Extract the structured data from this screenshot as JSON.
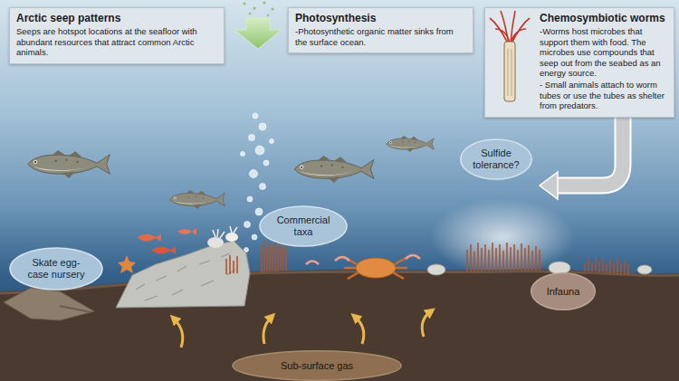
{
  "diagram": {
    "nodes": [
      {
        "text": [
          "Arctic seep patterns",
          "Seeps are hotspot locations at the seafloor with abundant resources that attract common Arctic animals."
        ]
      },
      {
        "text": [
          "Photosynthesis",
          "-Photosynthetic organic matter sinks from the surface ocean."
        ]
      },
      {
        "text": [
          "Chemosymbiotic worms",
          "-Worms host microbes that support them with food. The microbes use compounds that seep out from the seabed as an energy source.",
          "- Small animals attach to worm tubes or use the tubes as shelter from predators."
        ]
      },
      {
        "text": [
          "Skate egg-case nursery"
        ]
      },
      {
        "text": [
          "Commercial taxa"
        ]
      },
      {
        "text": [
          "Sulfide tolerance?"
        ]
      },
      {
        "text": [
          "Sub-surface gas"
        ]
      },
      {
        "text": [
          "Infauna"
        ]
      }
    ]
  }
}
